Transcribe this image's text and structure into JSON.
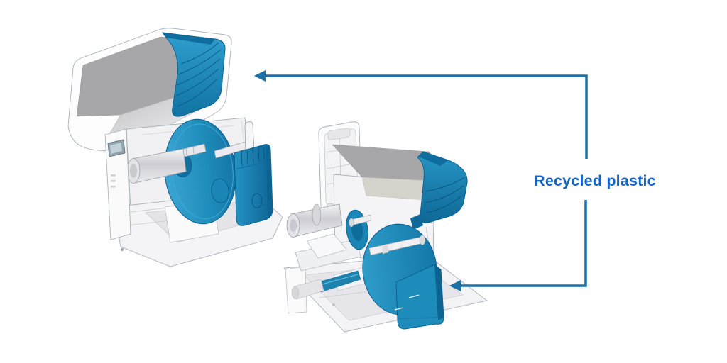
{
  "page": {
    "background_color": "#ffffff"
  },
  "annotation": {
    "label_text": "Recycled plastic",
    "label_color": "#1565c8",
    "arrow_color": "#1d6fa8"
  },
  "illustration": {
    "highlight_color": "#2196c9",
    "highlight_color_dark": "#0e6d9e",
    "printer_body_color": "#ffffff",
    "printer_top_gray": "#a7a7a9",
    "printers": [
      {
        "name": "label-printer-open-cover-front-left-view"
      },
      {
        "name": "label-printer-open-cover-rear-right-view"
      }
    ]
  }
}
